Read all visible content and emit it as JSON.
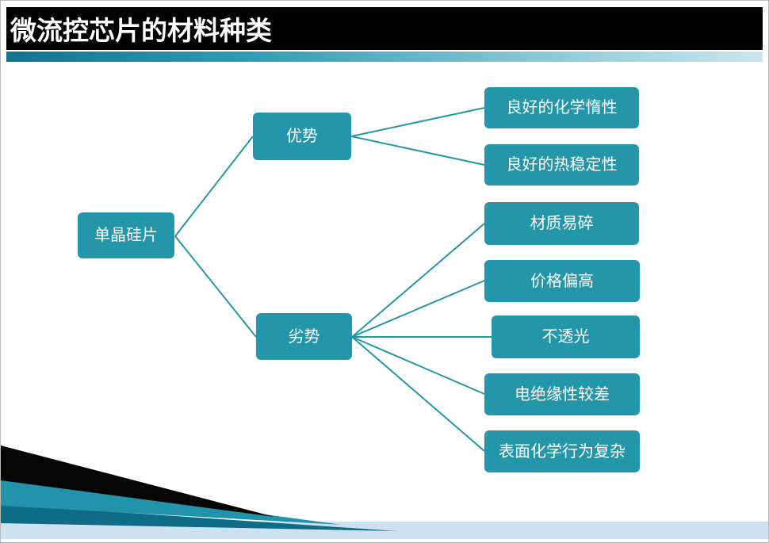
{
  "slide": {
    "title": "微流控芯片的材料种类"
  },
  "diagram": {
    "root": {
      "label": "单晶硅片"
    },
    "branches": [
      {
        "label": "优势",
        "children": [
          {
            "label": "良好的化学惰性"
          },
          {
            "label": "良好的热稳定性"
          }
        ]
      },
      {
        "label": "劣势",
        "children": [
          {
            "label": "材质易碎"
          },
          {
            "label": "价格偏高"
          },
          {
            "label": "不透光"
          },
          {
            "label": "电绝缘性较差"
          },
          {
            "label": "表面化学行为复杂"
          }
        ]
      }
    ]
  },
  "colors": {
    "node_fill": "#2397a9",
    "connector": "#2397a9",
    "header_bg": "#030303",
    "accent_from": "#14748e",
    "accent_to": "#c9e5ee",
    "footer_strip": "#cde1f1",
    "footer_teal_bright": "#2193ab",
    "footer_teal_dark": "#0f6c86",
    "footer_black": "#050505"
  }
}
